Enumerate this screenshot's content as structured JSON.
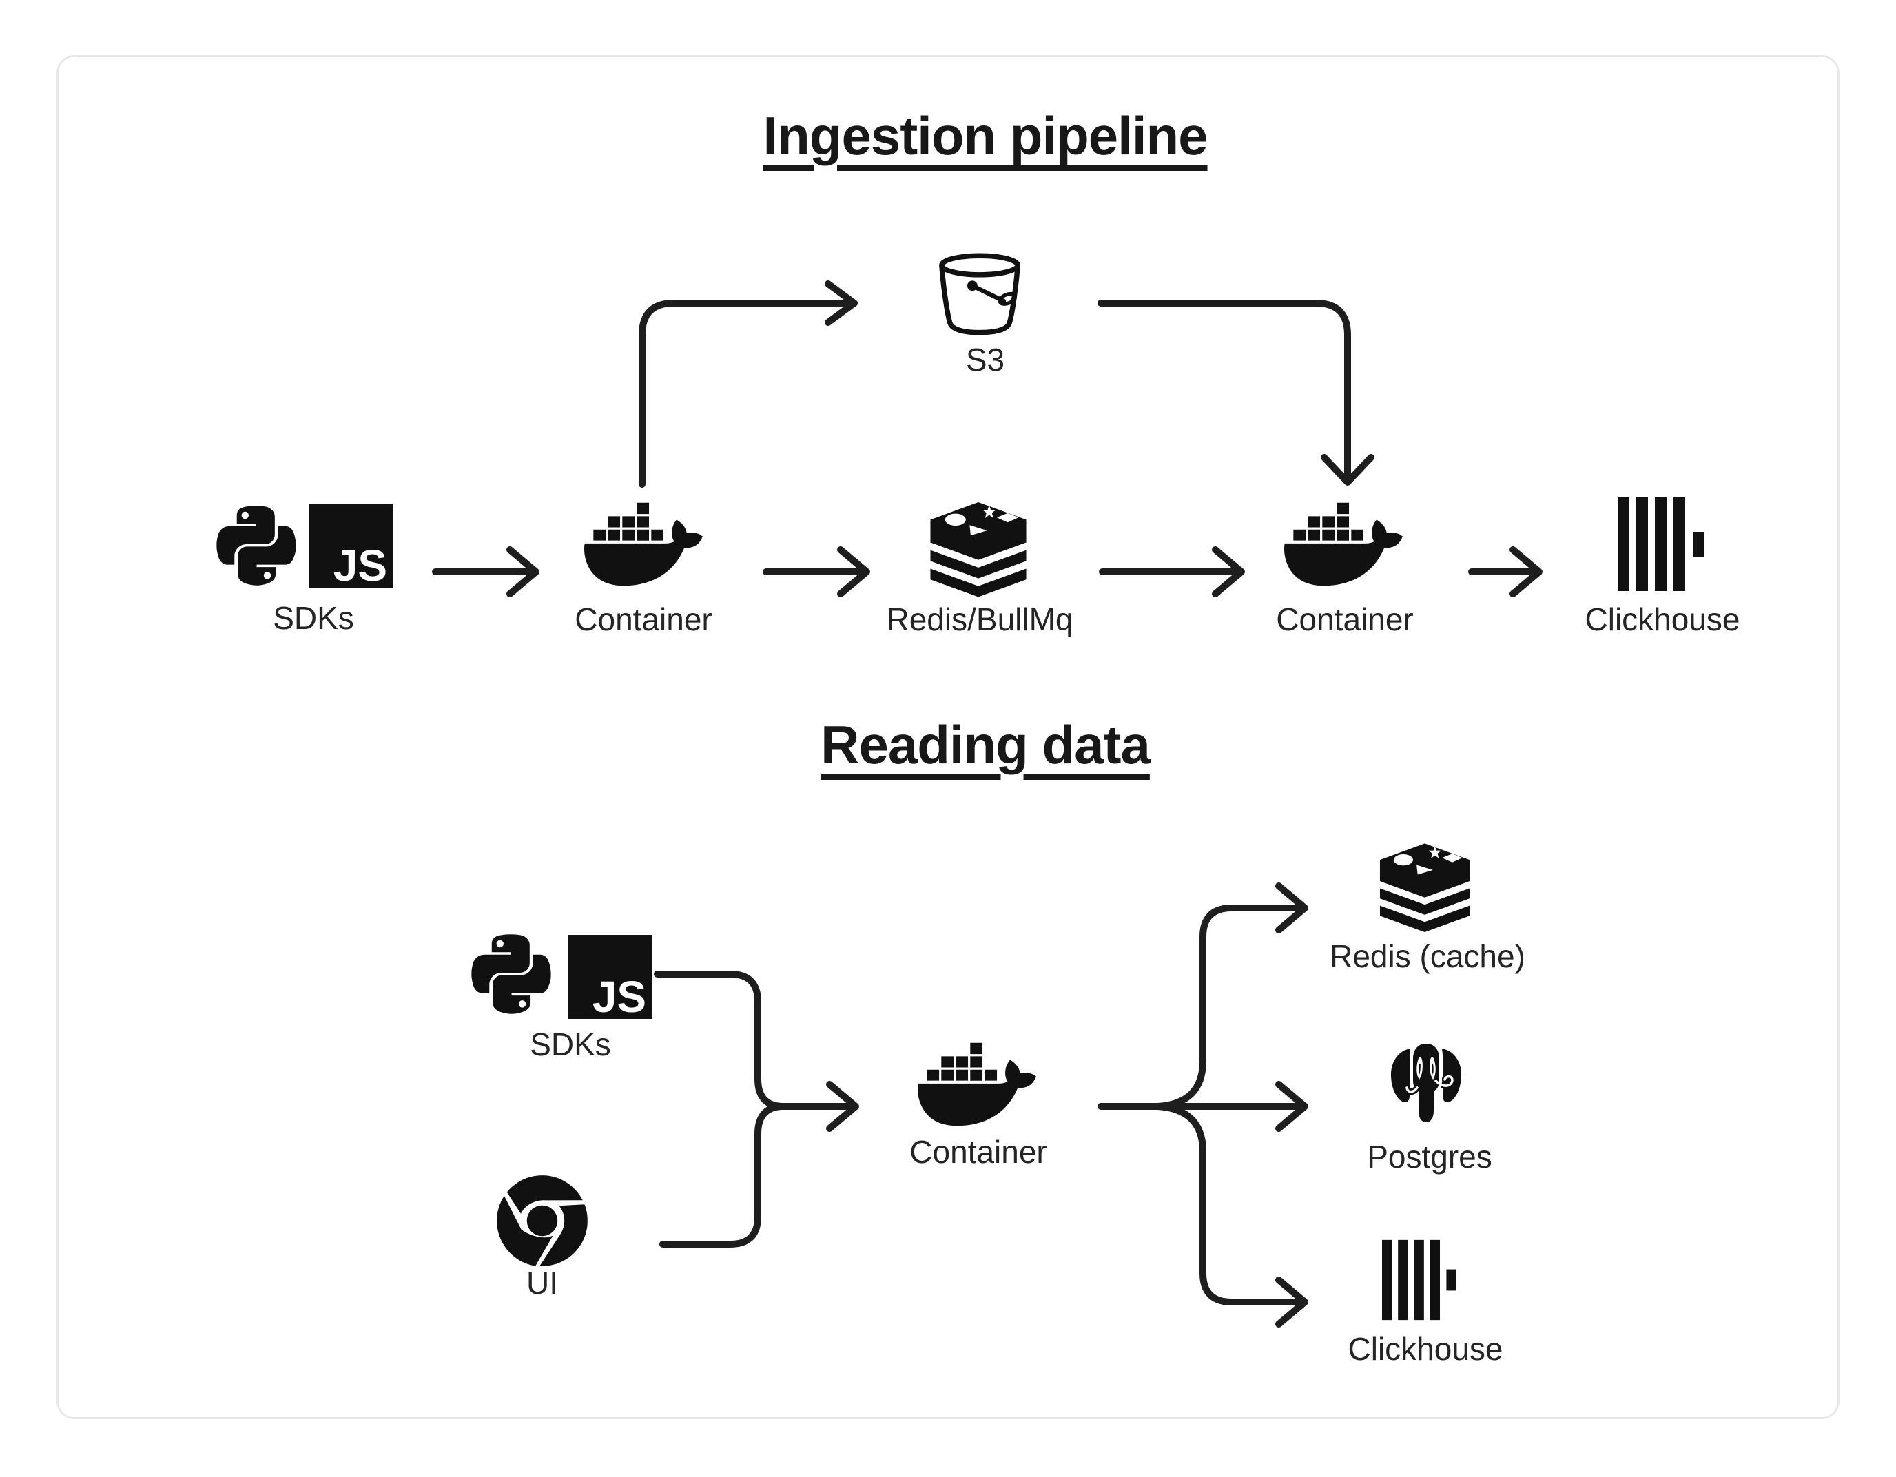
{
  "titles": {
    "ingestion": "Ingestion pipeline",
    "reading": "Reading data"
  },
  "ingestion": {
    "s3": {
      "label": "S3",
      "icon": "s3-bucket-icon"
    },
    "nodes": [
      {
        "label": "SDKs",
        "icons": [
          "python-icon",
          "javascript-icon"
        ]
      },
      {
        "label": "Container",
        "icon": "docker-icon"
      },
      {
        "label": "Redis/BullMq",
        "icon": "redis-icon"
      },
      {
        "label": "Container",
        "icon": "docker-icon"
      },
      {
        "label": "Clickhouse",
        "icon": "clickhouse-icon"
      }
    ]
  },
  "reading": {
    "nodes": [
      {
        "label": "SDKs",
        "icons": [
          "python-icon",
          "javascript-icon"
        ]
      },
      {
        "label": "UI",
        "icon": "chrome-icon"
      },
      {
        "label": "Container",
        "icon": "docker-icon"
      },
      {
        "label": "Redis (cache)",
        "icon": "redis-icon"
      },
      {
        "label": "Postgres",
        "icon": "postgresql-icon"
      },
      {
        "label": "Clickhouse",
        "icon": "clickhouse-icon"
      }
    ]
  },
  "js_badge_text": "JS",
  "colors": {
    "ink": "#1e1e1e",
    "label": "#242424",
    "card_border": "#e8e8e8",
    "background": "#ffffff"
  }
}
